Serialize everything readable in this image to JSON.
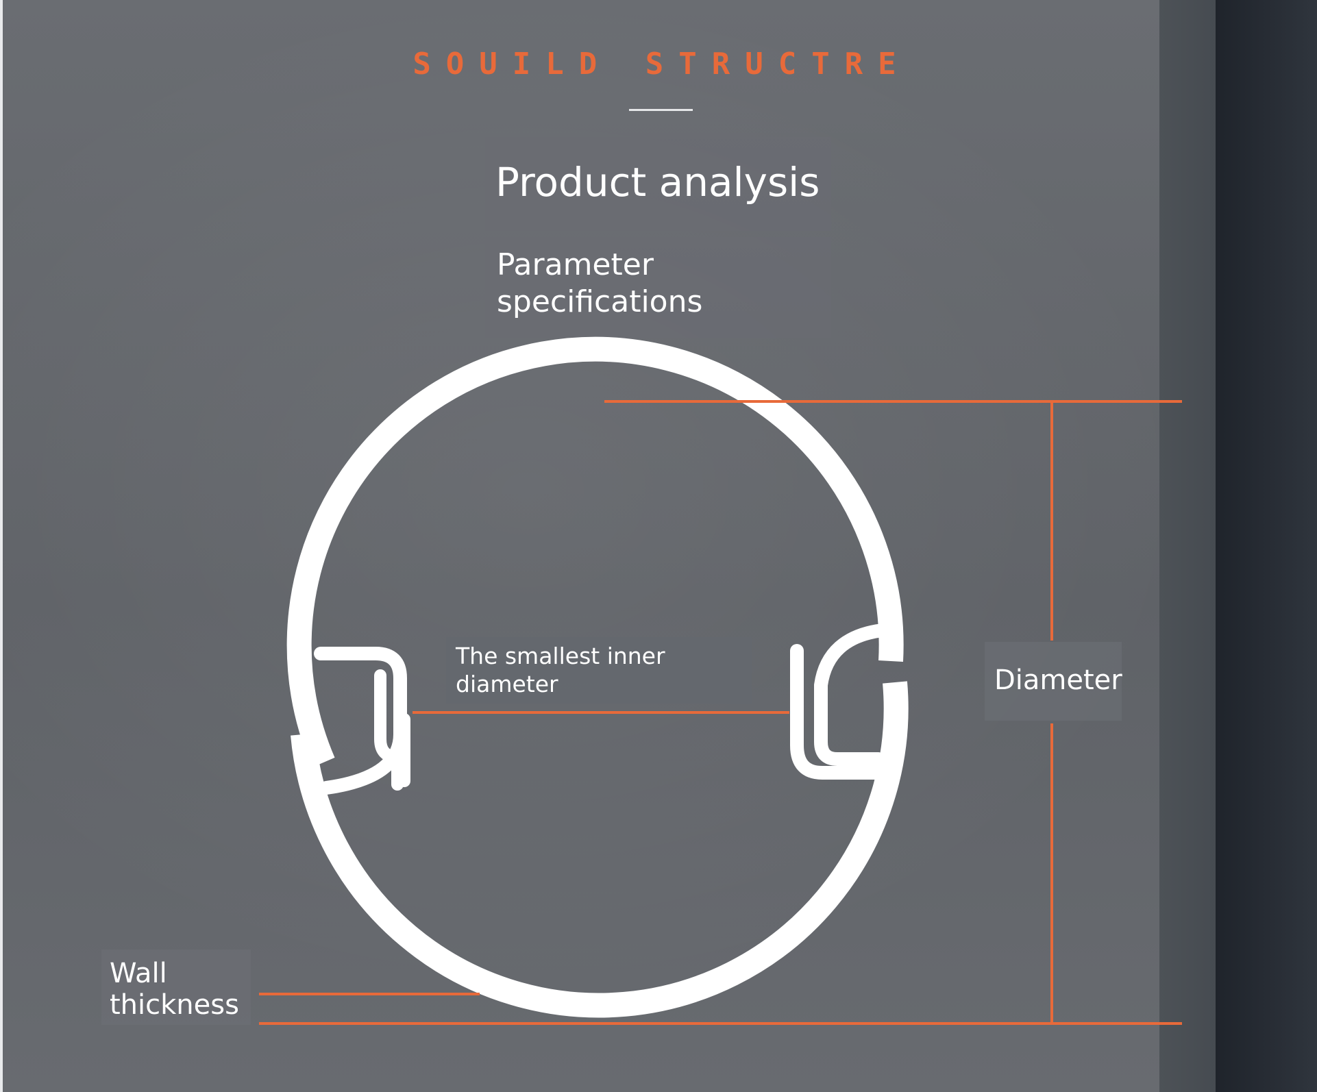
{
  "header": {
    "eyebrow": "SOUILD STRUCTRE",
    "title": "Product analysis",
    "subtitle": "Parameter specifications"
  },
  "labels": {
    "inner_diameter": "The smallest inner diameter",
    "diameter": "Diameter",
    "wall_thickness": "Wall thickness"
  },
  "colors": {
    "accent": "#E86A3A",
    "background": "#62656A",
    "profile": "#FFFFFF"
  }
}
